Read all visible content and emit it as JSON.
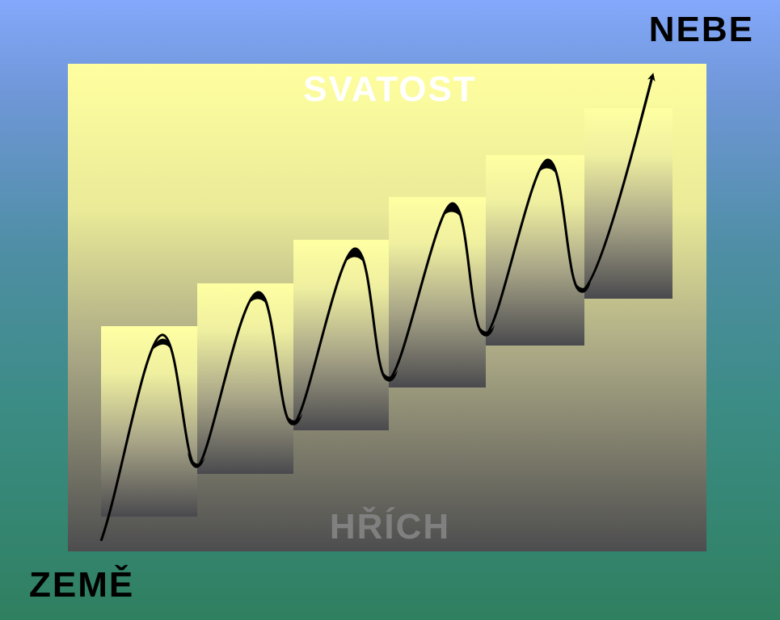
{
  "labels": {
    "heaven": "NEBE",
    "earth": "ZEMĚ",
    "holiness": "SVATOST",
    "sin": "HŘÍCH"
  },
  "colors": {
    "background_top": "#84a8fb",
    "background_bottom": "#2f8060",
    "panel_top": "#ffffa0",
    "panel_bottom": "#4d4d4f",
    "holiness_text": "#ffffff",
    "sin_text": "#808080",
    "curve": "#000000"
  }
}
